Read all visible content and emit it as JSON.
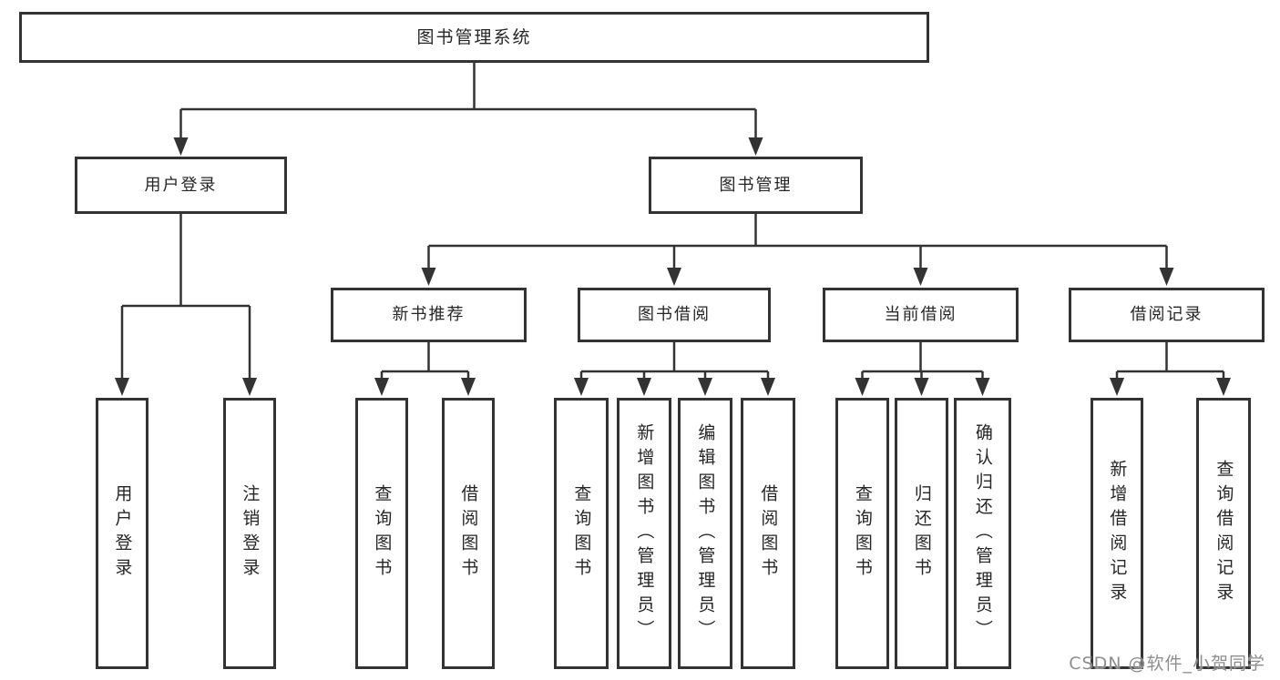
{
  "diagram": {
    "title": "图书管理系统",
    "tree": {
      "label": "图书管理系统",
      "children": [
        {
          "label": "用户登录",
          "children": [
            {
              "label": "用户登录"
            },
            {
              "label": "注销登录"
            }
          ]
        },
        {
          "label": "图书管理",
          "children": [
            {
              "label": "新书推荐",
              "children": [
                {
                  "label": "查询图书"
                },
                {
                  "label": "借阅图书"
                }
              ]
            },
            {
              "label": "图书借阅",
              "children": [
                {
                  "label": "查询图书"
                },
                {
                  "label": "新增图书（管理员）"
                },
                {
                  "label": "编辑图书（管理员）"
                },
                {
                  "label": "借阅图书"
                }
              ]
            },
            {
              "label": "当前借阅",
              "children": [
                {
                  "label": "查询图书"
                },
                {
                  "label": "归还图书"
                },
                {
                  "label": "确认归还（管理员）"
                }
              ]
            },
            {
              "label": "借阅记录",
              "children": [
                {
                  "label": "新增借阅记录"
                },
                {
                  "label": "查询借阅记录"
                }
              ]
            }
          ]
        }
      ]
    },
    "colors": {
      "line": "#333333",
      "box_border": "#333333",
      "text": "#262626",
      "background": "#ffffff",
      "watermark": "#8e8e8e"
    },
    "watermark": "CSDN @软件_小贺同学"
  }
}
